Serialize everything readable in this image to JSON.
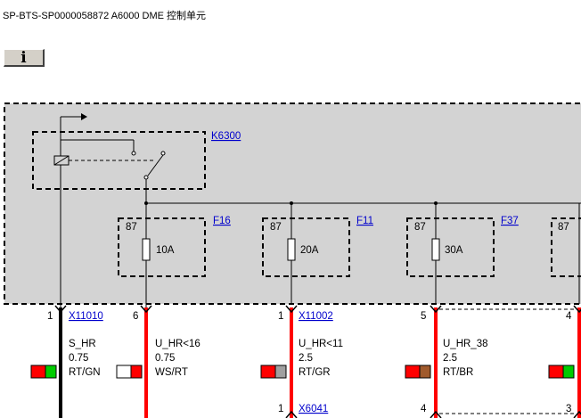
{
  "header": {
    "title": "SP-BTS-SP0000058872 A6000 DME 控制单元"
  },
  "toolbar": {
    "info_label": "i"
  },
  "relay": {
    "link": "K6300"
  },
  "fuses": [
    {
      "link": "F16",
      "pin": "87",
      "rating": "10A"
    },
    {
      "link": "F11",
      "pin": "87",
      "rating": "20A"
    },
    {
      "link": "F37",
      "pin": "87",
      "rating": "30A"
    },
    {
      "pin": "87"
    }
  ],
  "connectors": [
    {
      "pin": "1",
      "link": "X11010"
    },
    {
      "pin": "6"
    },
    {
      "pin": "1",
      "link": "X11002"
    },
    {
      "pin": "5"
    },
    {
      "pin": "4"
    }
  ],
  "lower_connectors": [
    {
      "pin": "1",
      "link": "X6041"
    },
    {
      "pin": "4"
    },
    {
      "pin": "3"
    }
  ],
  "wires": [
    {
      "signal": "S_HR",
      "gauge": "0.75",
      "color_code": "RT/GN",
      "color_a": "#ff0000",
      "color_b": "#00cc00"
    },
    {
      "signal": "U_HR<16",
      "gauge": "0.75",
      "color_code": "WS/RT",
      "color_a": "#ffffff",
      "color_b": "#ff0000"
    },
    {
      "signal": "U_HR<11",
      "gauge": "2.5",
      "color_code": "RT/GR",
      "color_a": "#ff0000",
      "color_b": "#a0a0a0"
    },
    {
      "signal": "U_HR_38",
      "gauge": "2.5",
      "color_code": "RT/BR",
      "color_a": "#ff0000",
      "color_b": "#a05a2c"
    }
  ],
  "colors": {
    "box_fill": "#d3d3d3",
    "wire_red": "#ff0000",
    "wire_black": "#000000",
    "link": "#0000cc"
  }
}
